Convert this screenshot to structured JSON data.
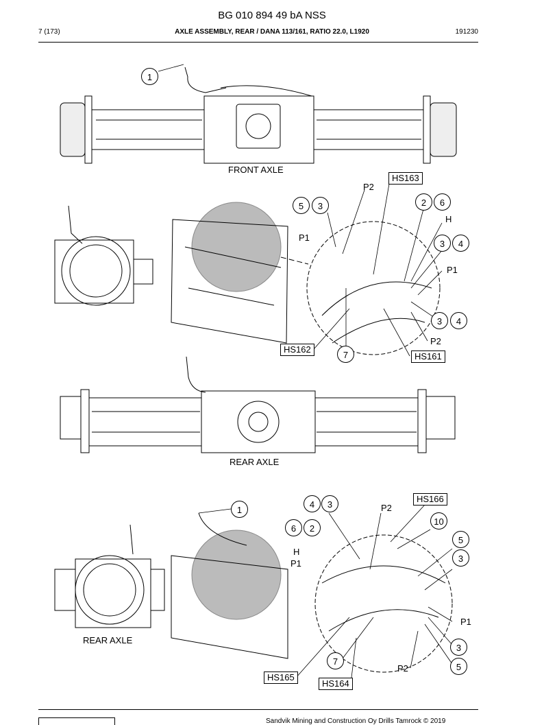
{
  "header": {
    "title": "BG 010 894 49 bA NSS",
    "page": "7 (173)",
    "subtitle": "AXLE ASSEMBLY, REAR / DANA 113/161, RATIO 22.0, L1920",
    "code": "191230"
  },
  "captions": {
    "front_axle": "FRONT AXLE",
    "rear_axle_top": "REAR AXLE",
    "rear_axle_side": "REAR AXLE"
  },
  "callouts": {
    "c1a": "1",
    "c5a": "5",
    "c3a": "3",
    "c2a": "2",
    "c6a": "6",
    "c3b": "3",
    "c4b": "4",
    "c3c": "3",
    "c4c": "4",
    "c7a": "7",
    "c1b": "1",
    "c4d": "4",
    "c3d": "3",
    "c6b": "6",
    "c2b": "2",
    "c10": "10",
    "c5b": "5",
    "c3e": "3",
    "c3f": "3",
    "c5c": "5",
    "c7b": "7"
  },
  "labels": {
    "p2a": "P2",
    "ha": "H",
    "p1a": "P1",
    "p1b": "P1",
    "p2b": "P2",
    "p2c": "P2",
    "hb": "H",
    "p1c": "P1",
    "p1d": "P1",
    "p2d": "P2"
  },
  "hose_tags": {
    "hs163": "HS163",
    "hs162": "HS162",
    "hs161": "HS161",
    "hs166": "HS166",
    "hs165": "HS165",
    "hs164": "HS164"
  },
  "footer": {
    "text": "Sandvik Mining and Construction Oy Drills Tamrock © 2019"
  }
}
